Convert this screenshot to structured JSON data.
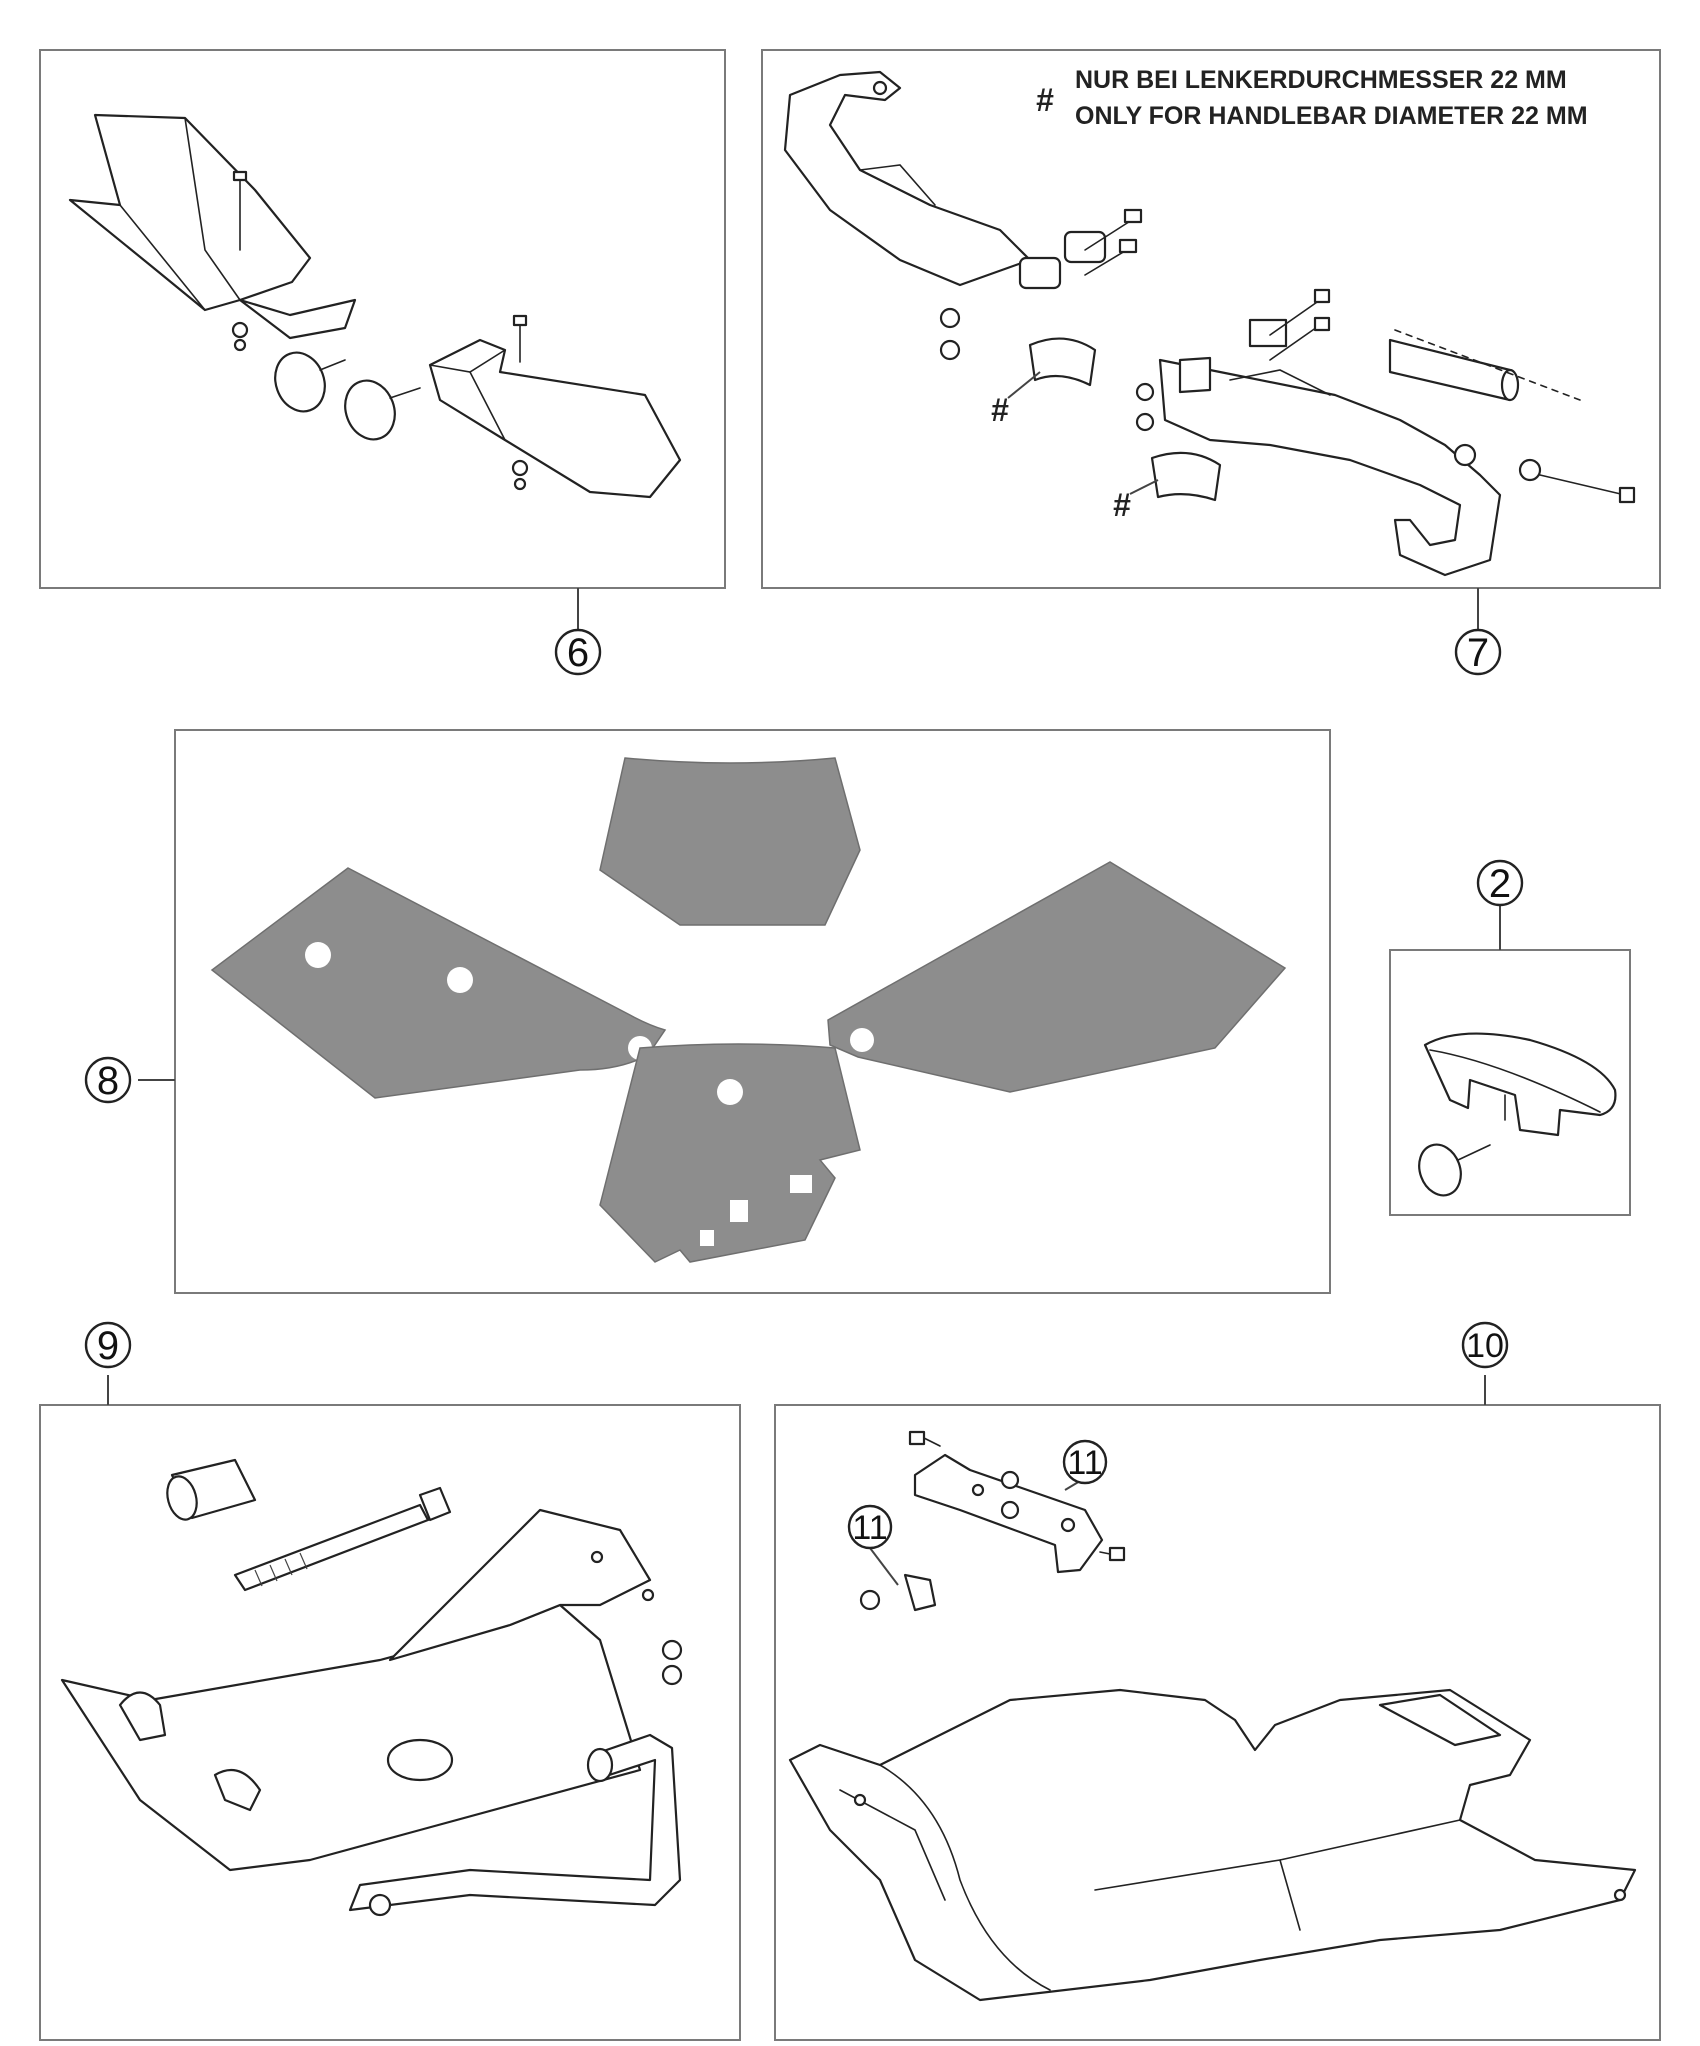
{
  "callouts": {
    "item_6": "6",
    "item_7": "7",
    "item_8": "8",
    "item_2": "2",
    "item_9": "9",
    "item_10": "10",
    "item_11a": "11",
    "item_11b": "11"
  },
  "note": {
    "symbol": "#",
    "line_de": "NUR BEI LENKERDURCHMESSER 22 MM",
    "line_en": "ONLY FOR HANDLEBAR DIAMETER 22 MM"
  },
  "markers": {
    "hash_a": "#",
    "hash_b": "#"
  }
}
